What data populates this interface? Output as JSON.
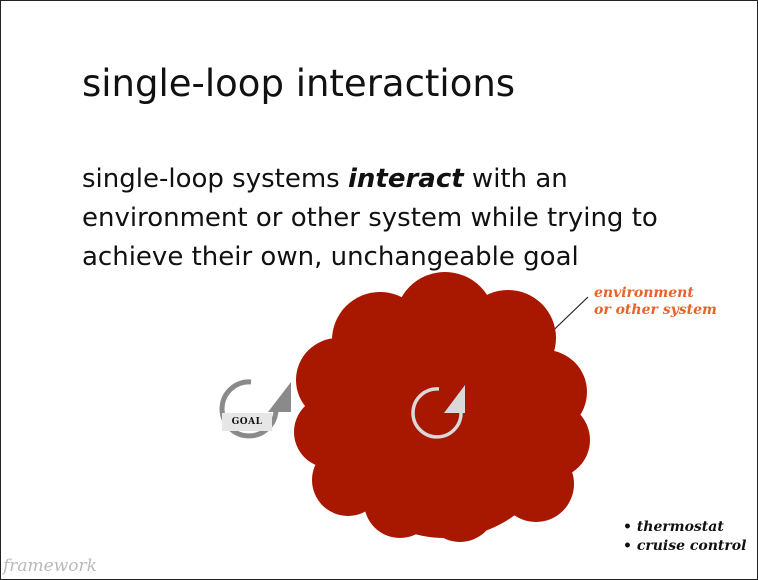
{
  "slide": {
    "title": "single-loop interactions",
    "body_before": "single-loop systems ",
    "body_emphasis": "interact",
    "body_after": " with an environment or other system while trying to achieve their own, unchangeable goal"
  },
  "diagram": {
    "environment_label_line1": "environment",
    "environment_label_line2": "or other system",
    "goal_label": "GOAL",
    "cloud_color": "#a81700",
    "environment_label_color": "#e8622a",
    "loop_icons": [
      "refresh-loop-icon",
      "refresh-loop-icon"
    ]
  },
  "examples": [
    "• thermostat",
    "• cruise control"
  ],
  "footer": "framework"
}
